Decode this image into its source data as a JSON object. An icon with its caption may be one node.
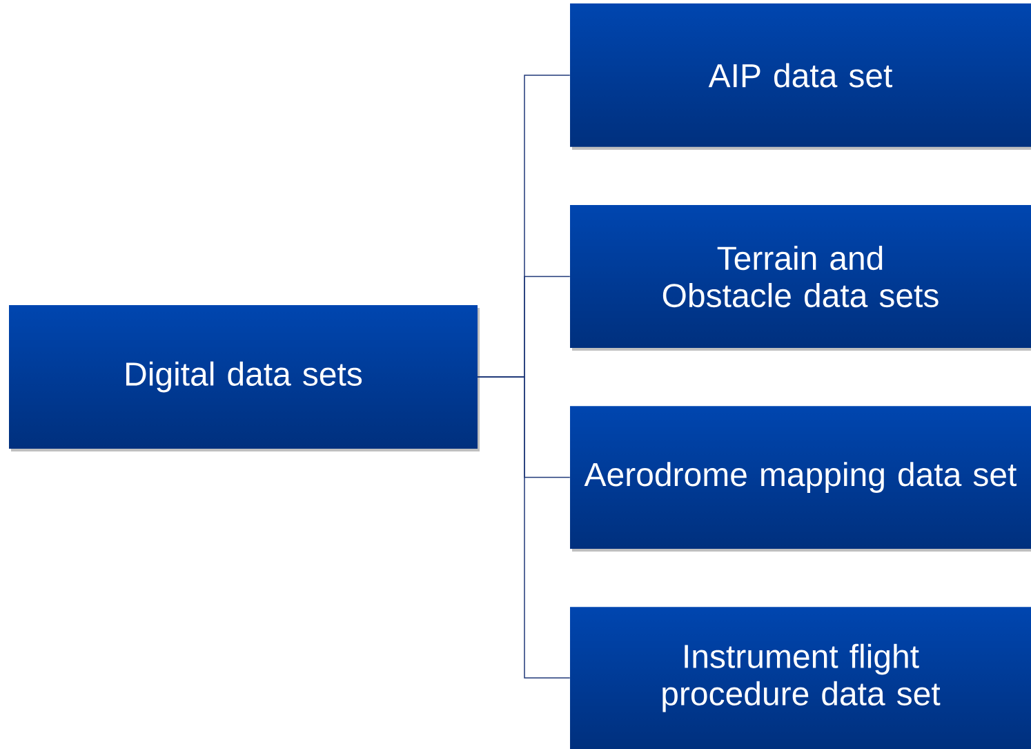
{
  "diagram": {
    "nodes": [
      {
        "text": [
          "Digital data sets"
        ]
      },
      {
        "text": [
          "AIP data set"
        ]
      },
      {
        "text": [
          "Terrain and Obstacle data sets"
        ]
      },
      {
        "text": [
          "Aerodrome mapping data set"
        ]
      },
      {
        "text": [
          "Instrument flight procedure data set"
        ]
      }
    ],
    "edges": [
      {
        "from": 0,
        "to": 1,
        "arrow": "none"
      },
      {
        "from": 0,
        "to": 2,
        "arrow": "none"
      },
      {
        "from": 0,
        "to": 3,
        "arrow": "none"
      },
      {
        "from": 0,
        "to": 4,
        "arrow": "none"
      }
    ]
  }
}
